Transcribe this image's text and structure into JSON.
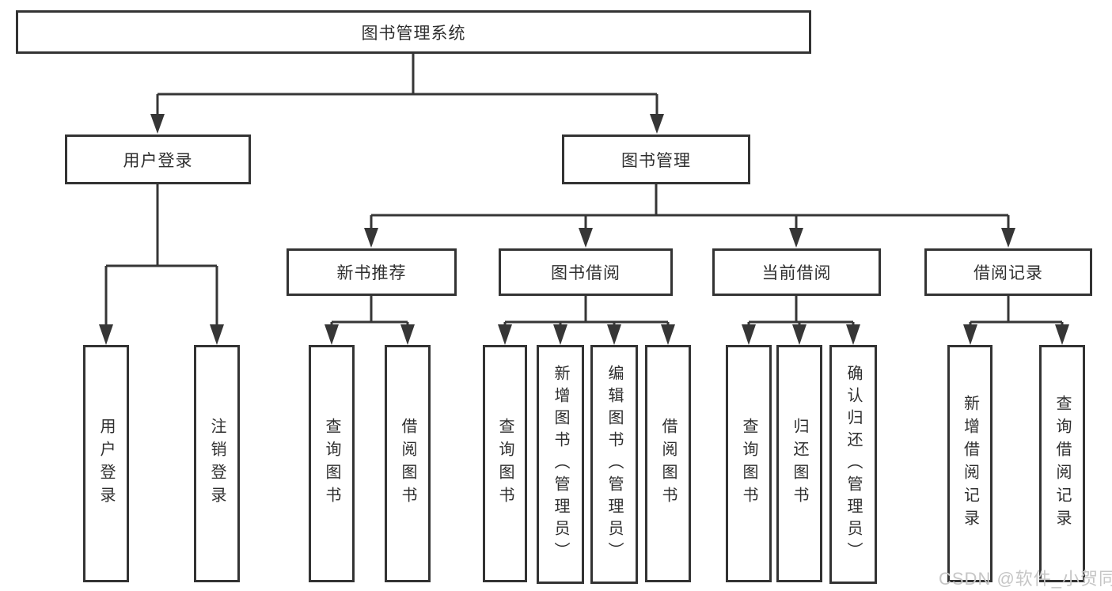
{
  "nodes": {
    "root": "图书管理系统",
    "user_login": "用户登录",
    "book_management": "图书管理",
    "new_book_recommend": "新书推荐",
    "book_borrowing": "图书借阅",
    "current_borrowing": "当前借阅",
    "borrowing_records": "借阅记录",
    "leaf_user_login": "用户登录",
    "leaf_logout_login": "注销登录",
    "leaf_query_books_rec": "查询图书",
    "leaf_borrow_books_rec": "借阅图书",
    "leaf_query_books_borrow": "查询图书",
    "leaf_add_books_admin": "新增图书（管理员）",
    "leaf_edit_books_admin": "编辑图书（管理员）",
    "leaf_borrow_books_borrow": "借阅图书",
    "leaf_query_books_current": "查询图书",
    "leaf_return_books": "归还图书",
    "leaf_confirm_return_admin": "确认归还（管理员）",
    "leaf_add_borrow_record": "新增借阅记录",
    "leaf_query_borrow_record": "查询借阅记录"
  },
  "watermark": {
    "text": "CSDN @软件_小贺同学"
  },
  "colors": {
    "background": "#ffffff",
    "box_fill": "#ffffff",
    "box_border": "#333333",
    "line": "#363636",
    "text": "#2f2f2f",
    "watermark": "#c6c6c6"
  }
}
